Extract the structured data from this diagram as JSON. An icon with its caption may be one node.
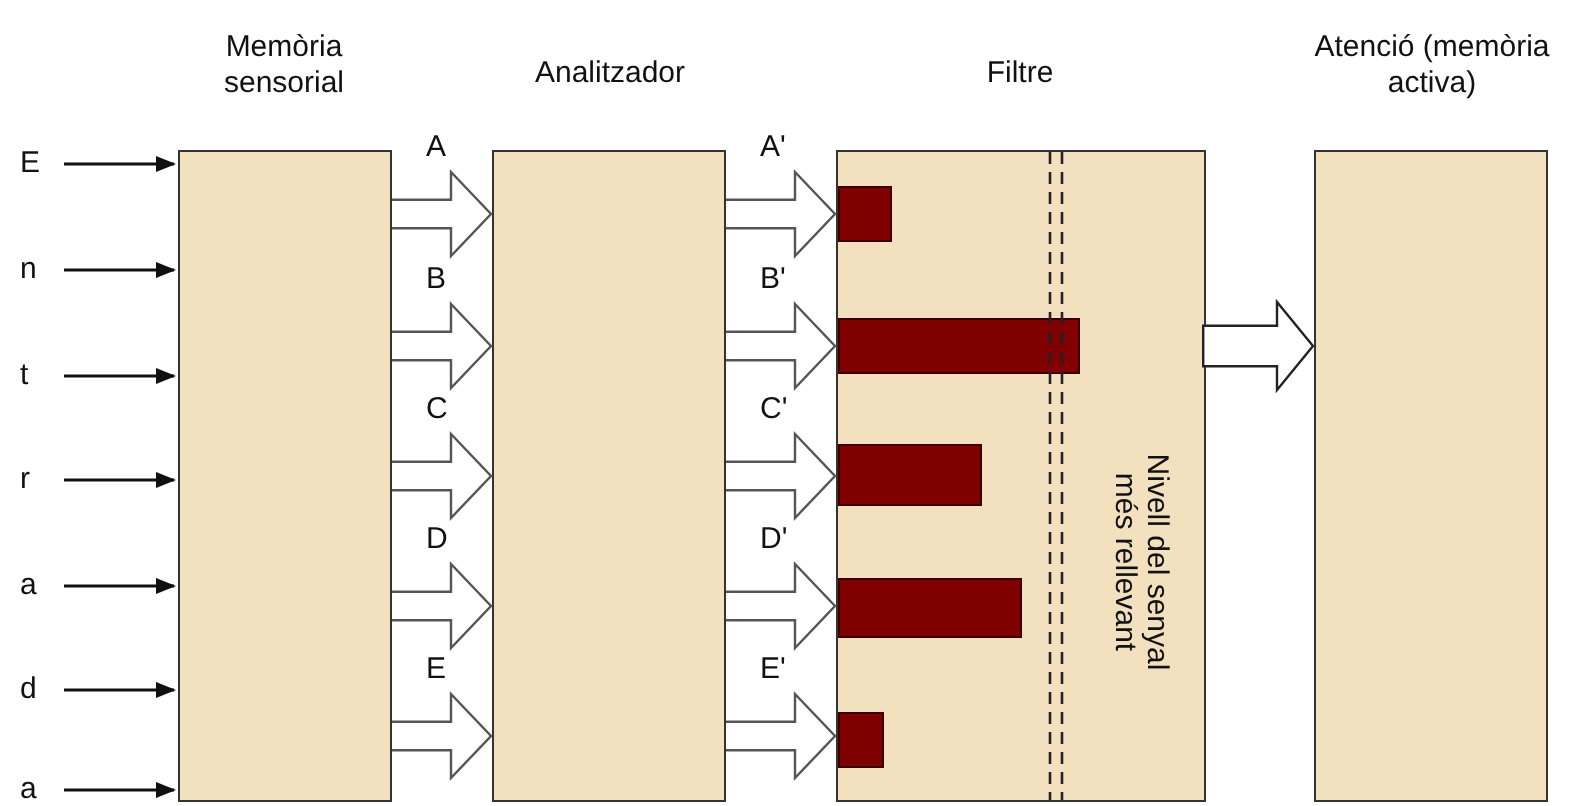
{
  "diagram": {
    "nodes": [
      {
        "text": [
          "E"
        ]
      },
      {
        "text": [
          "n"
        ]
      },
      {
        "text": [
          "t"
        ]
      },
      {
        "text": [
          "r"
        ]
      },
      {
        "text": [
          "a"
        ]
      },
      {
        "text": [
          "d"
        ]
      },
      {
        "text": [
          "a"
        ]
      },
      {
        "text": [
          "Memòria sensorial"
        ]
      },
      {
        "text": [
          "Analitzador"
        ]
      },
      {
        "text": [
          "Filtre"
        ]
      },
      {
        "text": [],
        "shape": "bar",
        "in": 9
      },
      {
        "text": [],
        "shape": "bar",
        "in": 9
      },
      {
        "text": [],
        "shape": "bar",
        "in": 9
      },
      {
        "text": [],
        "shape": "bar",
        "in": 9
      },
      {
        "text": [],
        "shape": "bar",
        "in": 9
      },
      {
        "text": [
          "Atenció (memòria activa)"
        ]
      }
    ],
    "edges": [
      {
        "from": 0,
        "to": 7,
        "arrow": "to"
      },
      {
        "from": 1,
        "to": 7,
        "arrow": "to"
      },
      {
        "from": 2,
        "to": 7,
        "arrow": "to"
      },
      {
        "from": 3,
        "to": 7,
        "arrow": "to"
      },
      {
        "from": 4,
        "to": 7,
        "arrow": "to"
      },
      {
        "from": 5,
        "to": 7,
        "arrow": "to"
      },
      {
        "from": 6,
        "to": 7,
        "arrow": "to"
      },
      {
        "from": 7,
        "to": 8,
        "arrow": "to",
        "label": "A"
      },
      {
        "from": 7,
        "to": 8,
        "arrow": "to",
        "label": "B"
      },
      {
        "from": 7,
        "to": 8,
        "arrow": "to",
        "label": "C"
      },
      {
        "from": 7,
        "to": 8,
        "arrow": "to",
        "label": "D"
      },
      {
        "from": 7,
        "to": 8,
        "arrow": "to",
        "label": "E"
      },
      {
        "from": 8,
        "to": 10,
        "arrow": "to",
        "label": "A'"
      },
      {
        "from": 8,
        "to": 11,
        "arrow": "to",
        "label": "B'"
      },
      {
        "from": 8,
        "to": 12,
        "arrow": "to",
        "label": "C'"
      },
      {
        "from": 8,
        "to": 13,
        "arrow": "to",
        "label": "D'"
      },
      {
        "from": 8,
        "to": 14,
        "arrow": "to",
        "label": "E'"
      },
      {
        "from": 9,
        "to": 15,
        "arrow": "to"
      }
    ],
    "labels": [
      "Nivell del senyal més rellevant"
    ]
  }
}
